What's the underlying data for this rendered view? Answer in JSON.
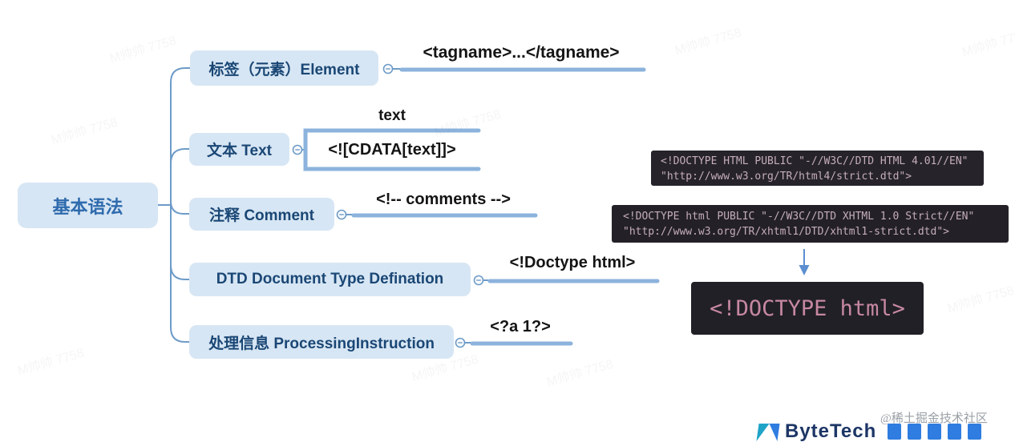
{
  "mindmap": {
    "root": {
      "label": "基本语法"
    },
    "branches": [
      {
        "label": "标签（元素）Element",
        "children": [
          {
            "code": "<tagname>...</tagname>"
          }
        ]
      },
      {
        "label": "文本 Text",
        "children": [
          {
            "code": "text"
          },
          {
            "code": "<![CDATA[text]]>"
          }
        ]
      },
      {
        "label": "注释 Comment",
        "children": [
          {
            "code": "<!-- comments -->"
          }
        ]
      },
      {
        "label": "DTD Document Type Defination",
        "children": [
          {
            "code": "<!Doctype html>"
          }
        ]
      },
      {
        "label": "处理信息 ProcessingInstruction",
        "children": [
          {
            "code": "<?a 1?>"
          }
        ]
      }
    ]
  },
  "code_blocks": [
    {
      "lines": [
        "<!DOCTYPE HTML PUBLIC \"-//W3C//DTD HTML 4.01//EN\"",
        "\"http://www.w3.org/TR/html4/strict.dtd\">"
      ]
    },
    {
      "lines": [
        "<!DOCTYPE html PUBLIC \"-//W3C//DTD XHTML 1.0 Strict//EN\"",
        "\"http://www.w3.org/TR/xhtml1/DTD/xhtml1-strict.dtd\">"
      ]
    },
    {
      "text": "<!DOCTYPE html>"
    }
  ],
  "watermarks": {
    "faint_text": "M帅帅 7758",
    "community": "@稀土掘金技术社区",
    "footer_logo_text": "ByteTech"
  },
  "colors": {
    "node_fill": "#d7e6f4",
    "node_text": "#1a4775",
    "root_text": "#2e6bad",
    "wire": "#6d9bc8",
    "leaf_line": "#8cb3dc",
    "code_bg": "#26242a",
    "code_text": "#c6adbc",
    "doctype_text": "#c788a2",
    "arrow": "#5b8fd0"
  }
}
